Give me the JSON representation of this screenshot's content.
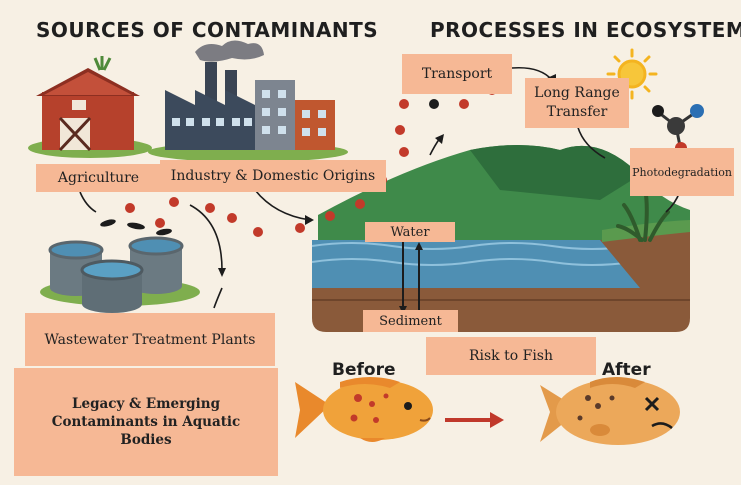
{
  "headings": {
    "sources": "SOURCES OF CONTAMINANTS",
    "processes": "PROCESSES IN ECOSYSTEM"
  },
  "labels": {
    "agriculture": "Agriculture",
    "industry": "Industry & Domestic Origins",
    "wastewater": "Wastewater Treatment Plants",
    "legacy": "Legacy & Emerging Contaminants in Aquatic Bodies",
    "transport": "Transport",
    "long_range": "Long Range Transfer",
    "photodegradation": "Photodegradation",
    "water": "Water",
    "sediment": "Sediment",
    "risk": "Risk to Fish",
    "before": "Before",
    "after": "After"
  },
  "colors": {
    "background": "#f7f0e4",
    "label_box": "#f6b895",
    "dot_red": "#c23a2a",
    "dot_dark": "#1c1c1c",
    "fish": "#f0a23a",
    "arrow_red": "#c0392b",
    "water": "#4f8fb3",
    "sediment": "#8a5a3a",
    "hill": "#3f8a4a"
  },
  "icons": [
    "barn-icon",
    "factory-icon",
    "treatment-tanks-icon",
    "sun-icon",
    "molecule-icon",
    "reed-plant-icon",
    "fish-healthy-icon",
    "fish-sick-icon"
  ]
}
